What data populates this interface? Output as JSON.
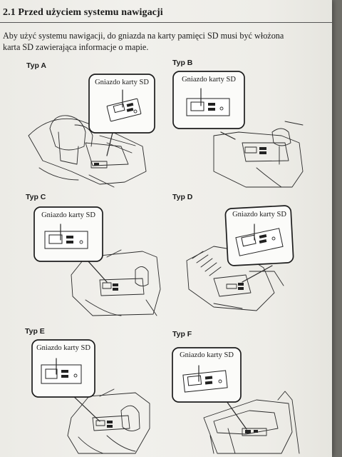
{
  "document": {
    "heading": "2.1 Przed użyciem systemu nawigacji",
    "intro_lines": [
      "Aby użyć systemu nawigacji, do gniazda na karty pamięci SD musi być włożona",
      "karta SD zawierająca informacje o mapie."
    ]
  },
  "figures": [
    {
      "type_label": "Typ A",
      "callout": "Gniazdo karty SD"
    },
    {
      "type_label": "Typ B",
      "callout": "Gniazdo karty SD"
    },
    {
      "type_label": "Typ C",
      "callout": "Gniazdo karty SD"
    },
    {
      "type_label": "Typ D",
      "callout": "Gniazdo karty SD"
    },
    {
      "type_label": "Typ E",
      "callout": "Gniazdo karty SD"
    },
    {
      "type_label": "Typ F",
      "callout": "Gniazdo karty SD"
    }
  ],
  "icons": {
    "sd_slot": "sd-card-slot-icon",
    "usb_port": "usb-port-icon",
    "aux_jack": "aux-jack-icon"
  }
}
